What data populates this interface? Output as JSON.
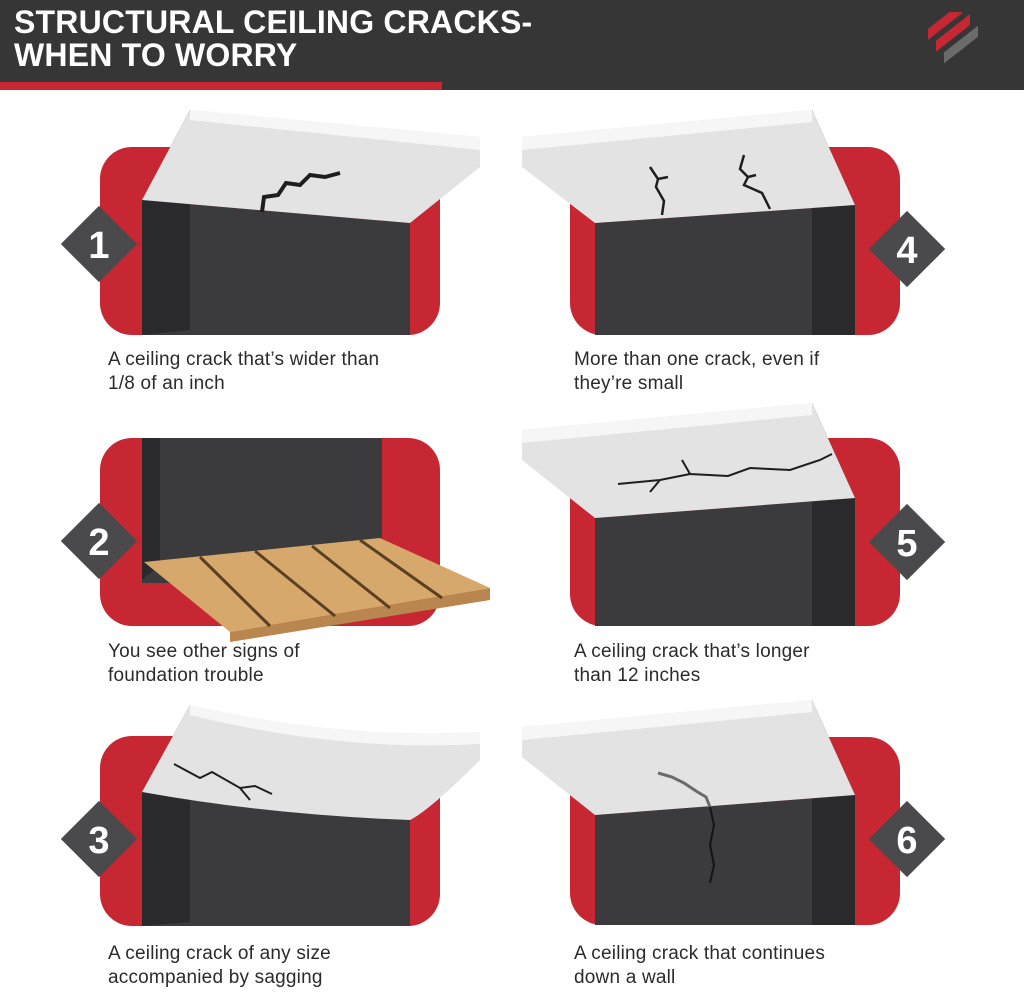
{
  "header": {
    "title_line1": "STRUCTURAL CEILING CRACKS-",
    "title_line2": "WHEN TO WORRY",
    "logo_icon": "brand-stripes-icon"
  },
  "colors": {
    "header_bg": "#363636",
    "accent_red": "#c62732",
    "wall_dark": "#3b3b3d",
    "ceiling_light": "#e6e6e6",
    "diamond_gray": "#4a4a4c",
    "wood": "#d7a86c"
  },
  "items": [
    {
      "number": "1",
      "line1": "A ceiling crack that’s wider than",
      "line2": "1/8 of an inch",
      "scene": "wide-crack"
    },
    {
      "number": "2",
      "line1": "You see other signs of",
      "line2": "foundation trouble",
      "scene": "floor-boards"
    },
    {
      "number": "3",
      "line1": "A ceiling crack of any size",
      "line2": "accompanied by sagging",
      "scene": "sagging-ceiling"
    },
    {
      "number": "4",
      "line1": "More than one crack, even if",
      "line2": "they’re small",
      "scene": "multiple-cracks"
    },
    {
      "number": "5",
      "line1": "A ceiling crack that’s longer",
      "line2": "than 12 inches",
      "scene": "long-crack"
    },
    {
      "number": "6",
      "line1": "A ceiling crack that continues",
      "line2": "down a wall",
      "scene": "crack-down-wall"
    }
  ]
}
